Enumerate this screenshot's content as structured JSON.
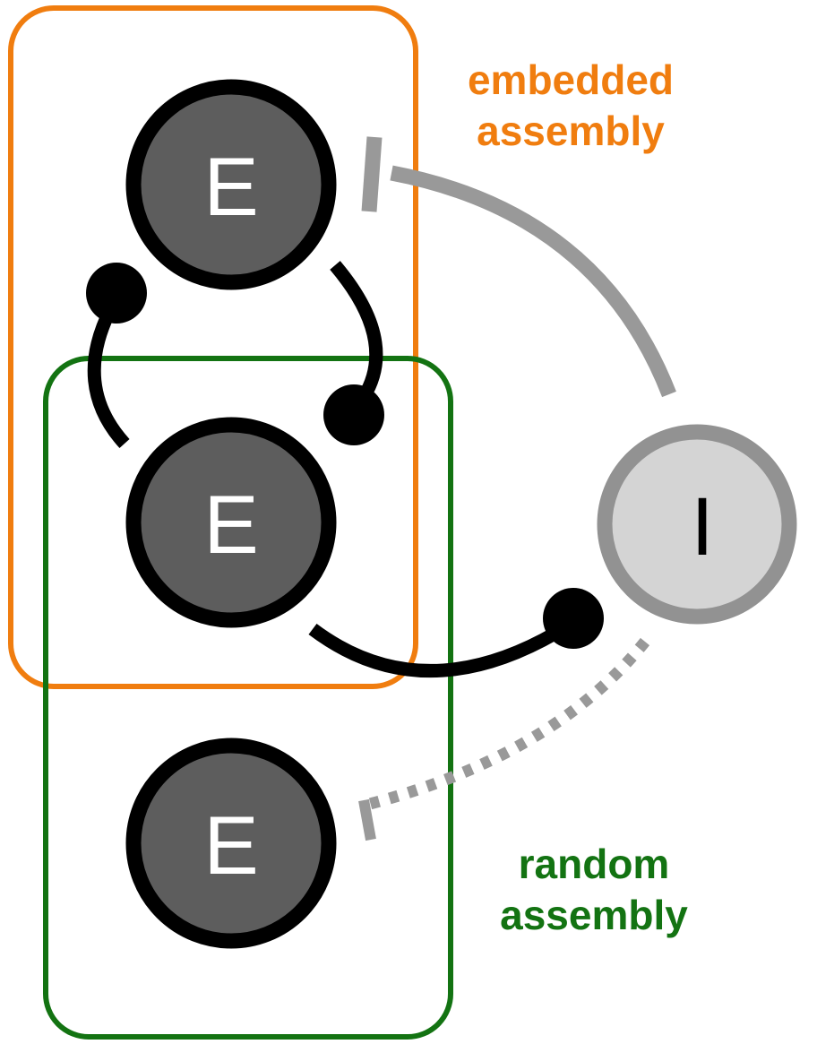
{
  "colors": {
    "excitatory_fill": "#5d5d5d",
    "inhibitory_fill": "#d4d4d4",
    "inhibitory_stroke": "#929292",
    "excitatory_stroke": "#000000",
    "embedded_box": "#f07d0f",
    "random_box": "#137312",
    "inhibitory_edge": "#999999"
  },
  "nodes": {
    "e_top": "E",
    "e_middle": "E",
    "e_bottom": "E",
    "i_node": "I"
  },
  "groups": {
    "embedded": {
      "line1": "embedded",
      "line2": "assembly"
    },
    "random": {
      "line1": "random",
      "line2": "assembly"
    }
  },
  "edges": [
    {
      "from": "e_top",
      "to": "e_middle",
      "type": "excitatory"
    },
    {
      "from": "e_middle",
      "to": "e_top",
      "type": "excitatory"
    },
    {
      "from": "e_middle",
      "to": "i_node",
      "type": "excitatory"
    },
    {
      "from": "i_node",
      "to": "e_top",
      "type": "inhibitory",
      "style": "solid"
    },
    {
      "from": "i_node",
      "to": "e_bottom",
      "type": "inhibitory",
      "style": "dotted"
    }
  ]
}
